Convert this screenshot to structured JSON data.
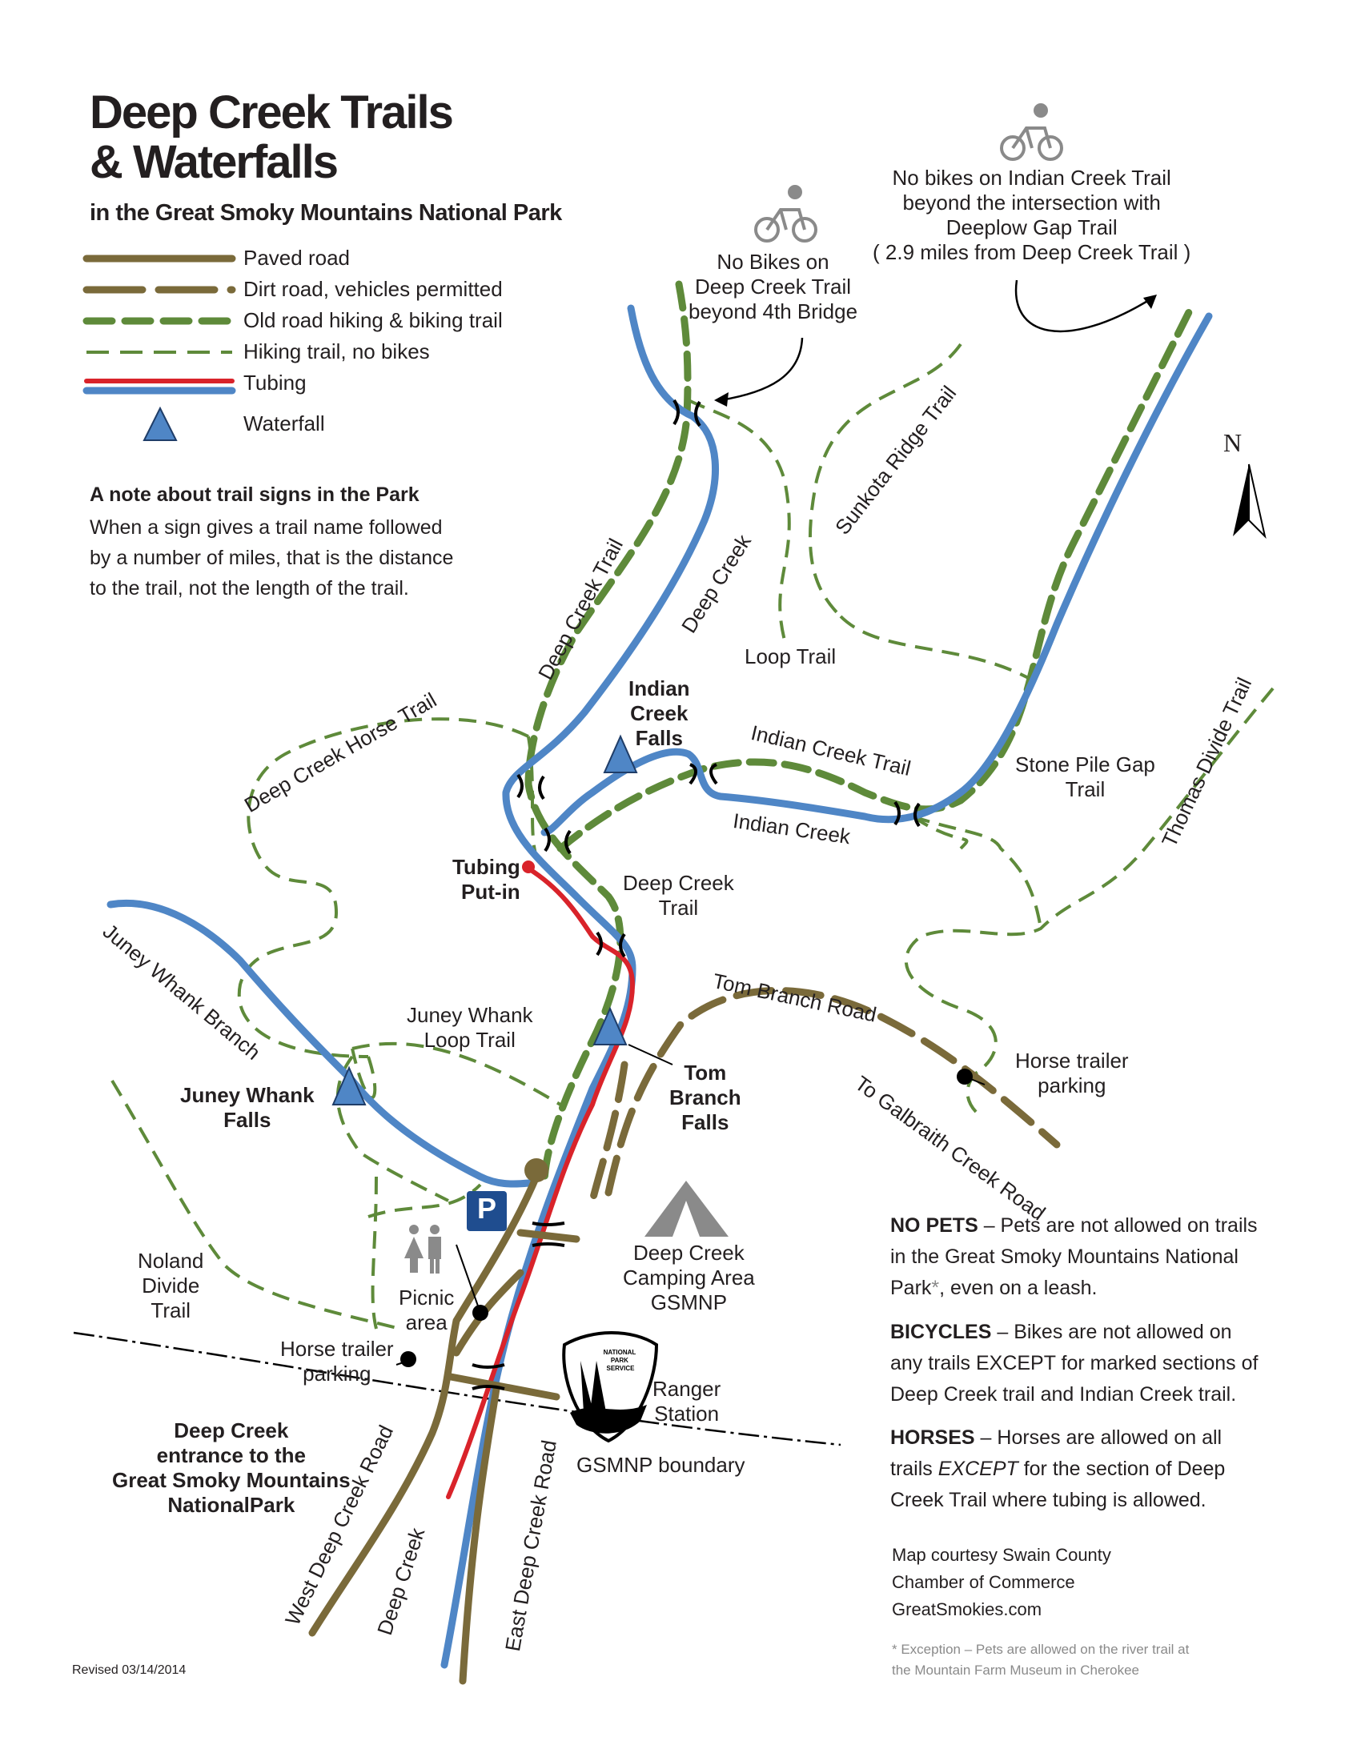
{
  "title": {
    "line1": "Deep Creek Trails",
    "line2": "& Waterfalls",
    "subtitle": "in the Great Smoky Mountains National Park"
  },
  "legend": [
    {
      "label": "Paved road",
      "color": "#7a6a3a"
    },
    {
      "label": "Dirt road, vehicles permitted",
      "color": "#7a6a3a"
    },
    {
      "label": "Old road hiking & biking trail",
      "color": "#5e8a3a"
    },
    {
      "label": "Hiking trail, no bikes",
      "color": "#5e8a3a"
    },
    {
      "label": "Tubing",
      "color": "#d9232a"
    },
    {
      "label": "Waterfall",
      "color": "#4f86c6"
    }
  ],
  "note": {
    "title": "A note about trail signs in the Park",
    "body": "When a sign gives a trail name followed by a number of miles, that is the distance to the trail, not the length of the trail."
  },
  "bike_notes": {
    "left": [
      "No Bikes on",
      "Deep Creek Trail",
      "beyond 4th Bridge"
    ],
    "right": [
      "No bikes on Indian Creek Trail",
      "beyond the intersection with",
      "Deeplow Gap Trail",
      "( 2.9 miles from Deep Creek Trail )"
    ]
  },
  "compass": "N",
  "labels": {
    "sunkota": "Sunkota Ridge Trail",
    "deep_creek_trail_upper": "Deep Creek Trail",
    "deep_creek_upper": "Deep Creek",
    "loop_trail": "Loop Trail",
    "indian_creek_falls": [
      "Indian",
      "Creek",
      "Falls"
    ],
    "indian_creek_trail": "Indian Creek Trail",
    "indian_creek": "Indian Creek",
    "stone_pile": [
      "Stone Pile Gap",
      "Trail"
    ],
    "thomas_divide": "Thomas Divide Trail",
    "horse_trail": "Deep Creek Horse Trail",
    "tubing_putin": [
      "Tubing",
      "Put-in"
    ],
    "deep_creek_trail_mid": [
      "Deep Creek",
      "Trail"
    ],
    "juney_branch": "Juney Whank Branch",
    "juney_loop": [
      "Juney Whank",
      "Loop Trail"
    ],
    "juney_falls": [
      "Juney Whank",
      "Falls"
    ],
    "tom_branch_road": "Tom Branch Road",
    "tom_branch_falls": [
      "Tom",
      "Branch",
      "Falls"
    ],
    "horse_parking_right": [
      "Horse trailer",
      "parking"
    ],
    "galbraith": "To Galbraith Creek Road",
    "noland": [
      "Noland",
      "Divide",
      "Trail"
    ],
    "picnic": [
      "Picnic",
      "area"
    ],
    "camping": [
      "Deep Creek",
      "Camping Area",
      "GSMNP"
    ],
    "horse_parking_left": [
      "Horse trailer",
      "parking"
    ],
    "ranger": [
      "Ranger",
      "Station"
    ],
    "nps_badge": [
      "NATIONAL",
      "PARK",
      "SERVICE"
    ],
    "entrance": [
      "Deep Creek",
      "entrance to the",
      "Great Smoky Mountains",
      "NationalPark"
    ],
    "boundary": "GSMNP boundary",
    "west_road": "West Deep Creek Road",
    "deep_creek_lower": "Deep Creek",
    "east_road": "East Deep Creek Road",
    "parking_sign": "P"
  },
  "rules": [
    {
      "head": "NO PETS",
      "text": " – Pets are not allowed on trails in the Great Smoky Mountains National Park",
      "mark": "*",
      "tail": ", even on a leash."
    },
    {
      "head": "BICYCLES",
      "text": " – Bikes are not allowed on any trails EXCEPT for marked sections of Deep Creek trail and Indian Creek trail."
    },
    {
      "head": "HORSES",
      "text": " – Horses are allowed on all trails ",
      "em": "EXCEPT",
      "tail": " for the section of Deep Creek Trail where tubing is allowed."
    }
  ],
  "credit": [
    "Map courtesy Swain County",
    "Chamber of Commerce",
    "GreatSmokies.com"
  ],
  "footnote": [
    "* Exception – Pets are allowed on the river trail at",
    "the Mountain Farm Museum in Cherokee"
  ],
  "revised": "Revised 03/14/2014",
  "colors": {
    "river": "#4f86c6",
    "trail": "#5e8a3a",
    "road": "#7a6a3a",
    "tubing": "#d9232a",
    "icon_gray": "#8a8a8a"
  }
}
